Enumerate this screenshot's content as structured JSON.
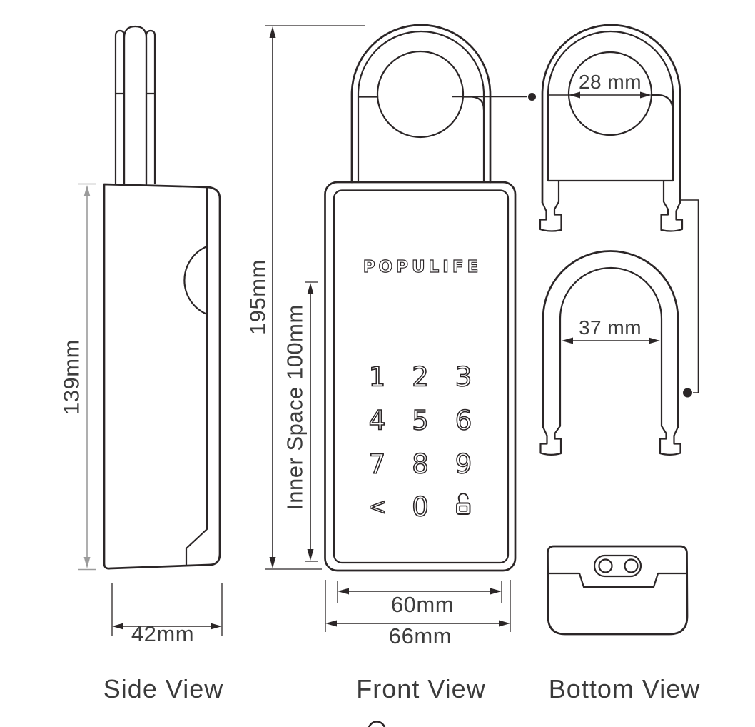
{
  "views": {
    "side_label": "Side View",
    "front_label": "Front View",
    "bottom_label": "Bottom View"
  },
  "dimensions": {
    "side_height": "139mm",
    "side_depth": "42mm",
    "front_height": "195mm",
    "inner_space": "Inner Space 100mm",
    "keypad_width": "60mm",
    "body_width": "66mm",
    "shackle_hole": "28 mm",
    "shackle_span": "37 mm"
  },
  "front_view": {
    "brand_logo": "POPULIFE",
    "keypad_keys": [
      "1",
      "2",
      "3",
      "4",
      "5",
      "6",
      "7",
      "8",
      "9",
      "<",
      "0"
    ],
    "icons": {
      "unlock": "unlock-icon"
    }
  },
  "colors": {
    "line": "#2b2627",
    "dim_text": "#3d3d3d",
    "secondary_dim": "#9b9b9b",
    "label_text": "#3a3a3a",
    "background": "#ffffff"
  }
}
